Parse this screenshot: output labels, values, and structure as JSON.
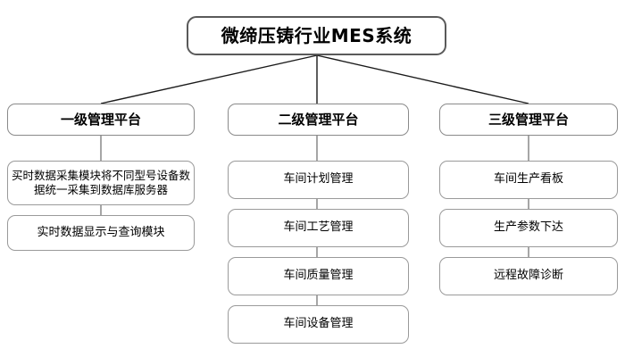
{
  "diagram": {
    "type": "hierarchy-org-chart",
    "root": {
      "label": "微缔压铸行业MES系统"
    },
    "branches": [
      {
        "label": "一级管理平台",
        "children": [
          {
            "label": "买时数据采集模块将不同型号设备数据统一采集到数据库服务器"
          },
          {
            "label": "实时数据显示与查询模块"
          }
        ]
      },
      {
        "label": "二级管理平台",
        "children": [
          {
            "label": "车间计划管理"
          },
          {
            "label": "车间工艺管理"
          },
          {
            "label": "车间质量管理"
          },
          {
            "label": "车间设备管理"
          }
        ]
      },
      {
        "label": "三级管理平台",
        "children": [
          {
            "label": "车间生产看板"
          },
          {
            "label": "生产参数下达"
          },
          {
            "label": "远程故障诊断"
          }
        ]
      }
    ],
    "colors": {
      "background": "#ffffff",
      "box_fill": "#ffffff",
      "box_border": "#909090",
      "root_border": "#5a5a5a",
      "connector": "#1a1a1a",
      "text": "#000000"
    }
  }
}
